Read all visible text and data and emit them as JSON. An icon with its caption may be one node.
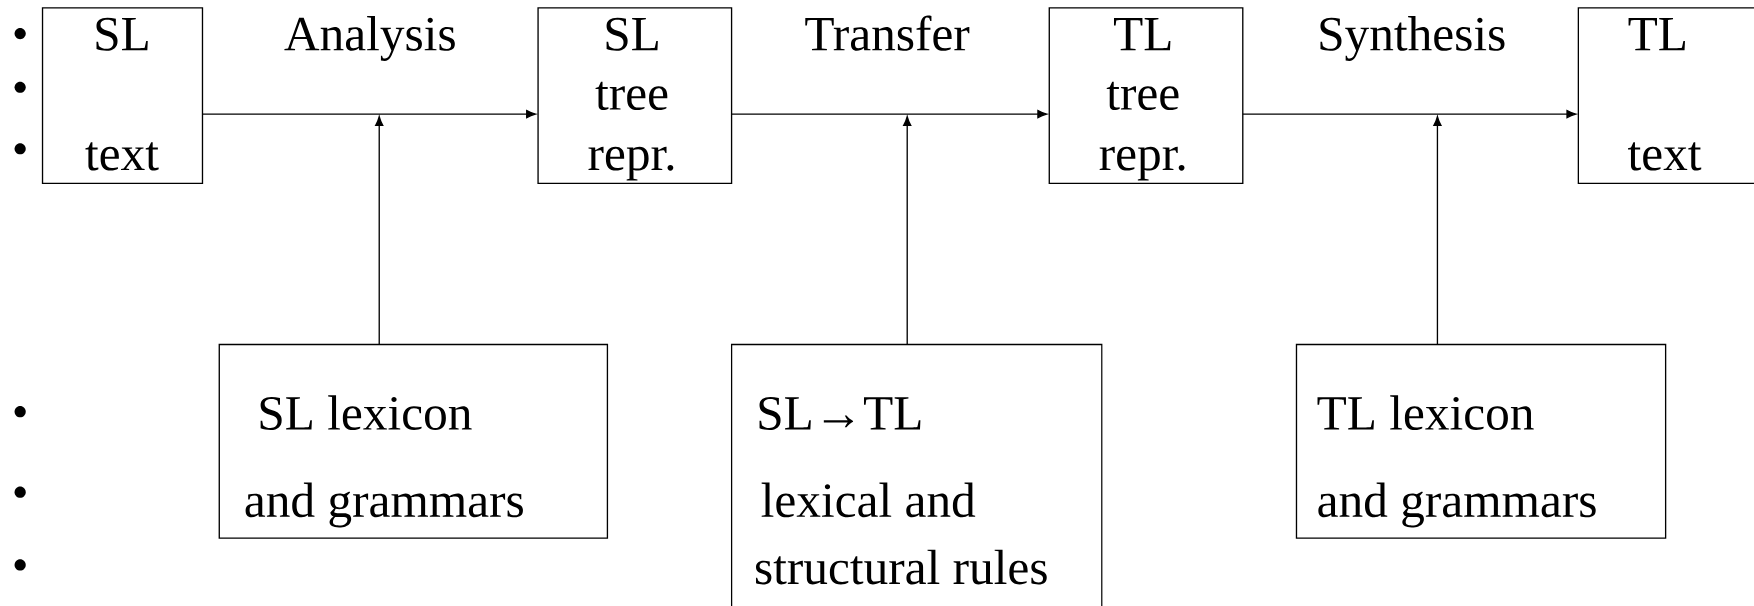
{
  "diagram": {
    "nodes": [
      {
        "text": [
          "SL",
          "text"
        ]
      },
      {
        "text": [
          "SL",
          "tree",
          "repr."
        ]
      },
      {
        "text": [
          "TL",
          "tree",
          "repr."
        ]
      },
      {
        "text": [
          "TL",
          "text"
        ]
      },
      {
        "text": [
          "SL lexicon",
          "and grammars"
        ]
      },
      {
        "text": [
          "SL→TL",
          "lexical and",
          "structural rules"
        ]
      },
      {
        "text": [
          "TL lexicon",
          "and grammars"
        ]
      }
    ],
    "edges": [
      {
        "from": 0,
        "to": 1,
        "arrow": "to",
        "label": "Analysis"
      },
      {
        "from": 1,
        "to": 2,
        "arrow": "to",
        "label": "Transfer"
      },
      {
        "from": 2,
        "to": 3,
        "arrow": "to",
        "label": "Synthesis"
      },
      {
        "from": 4,
        "to": null,
        "arrow": "to"
      },
      {
        "from": 5,
        "to": null,
        "arrow": "to"
      },
      {
        "from": 6,
        "to": null,
        "arrow": "to"
      }
    ]
  }
}
